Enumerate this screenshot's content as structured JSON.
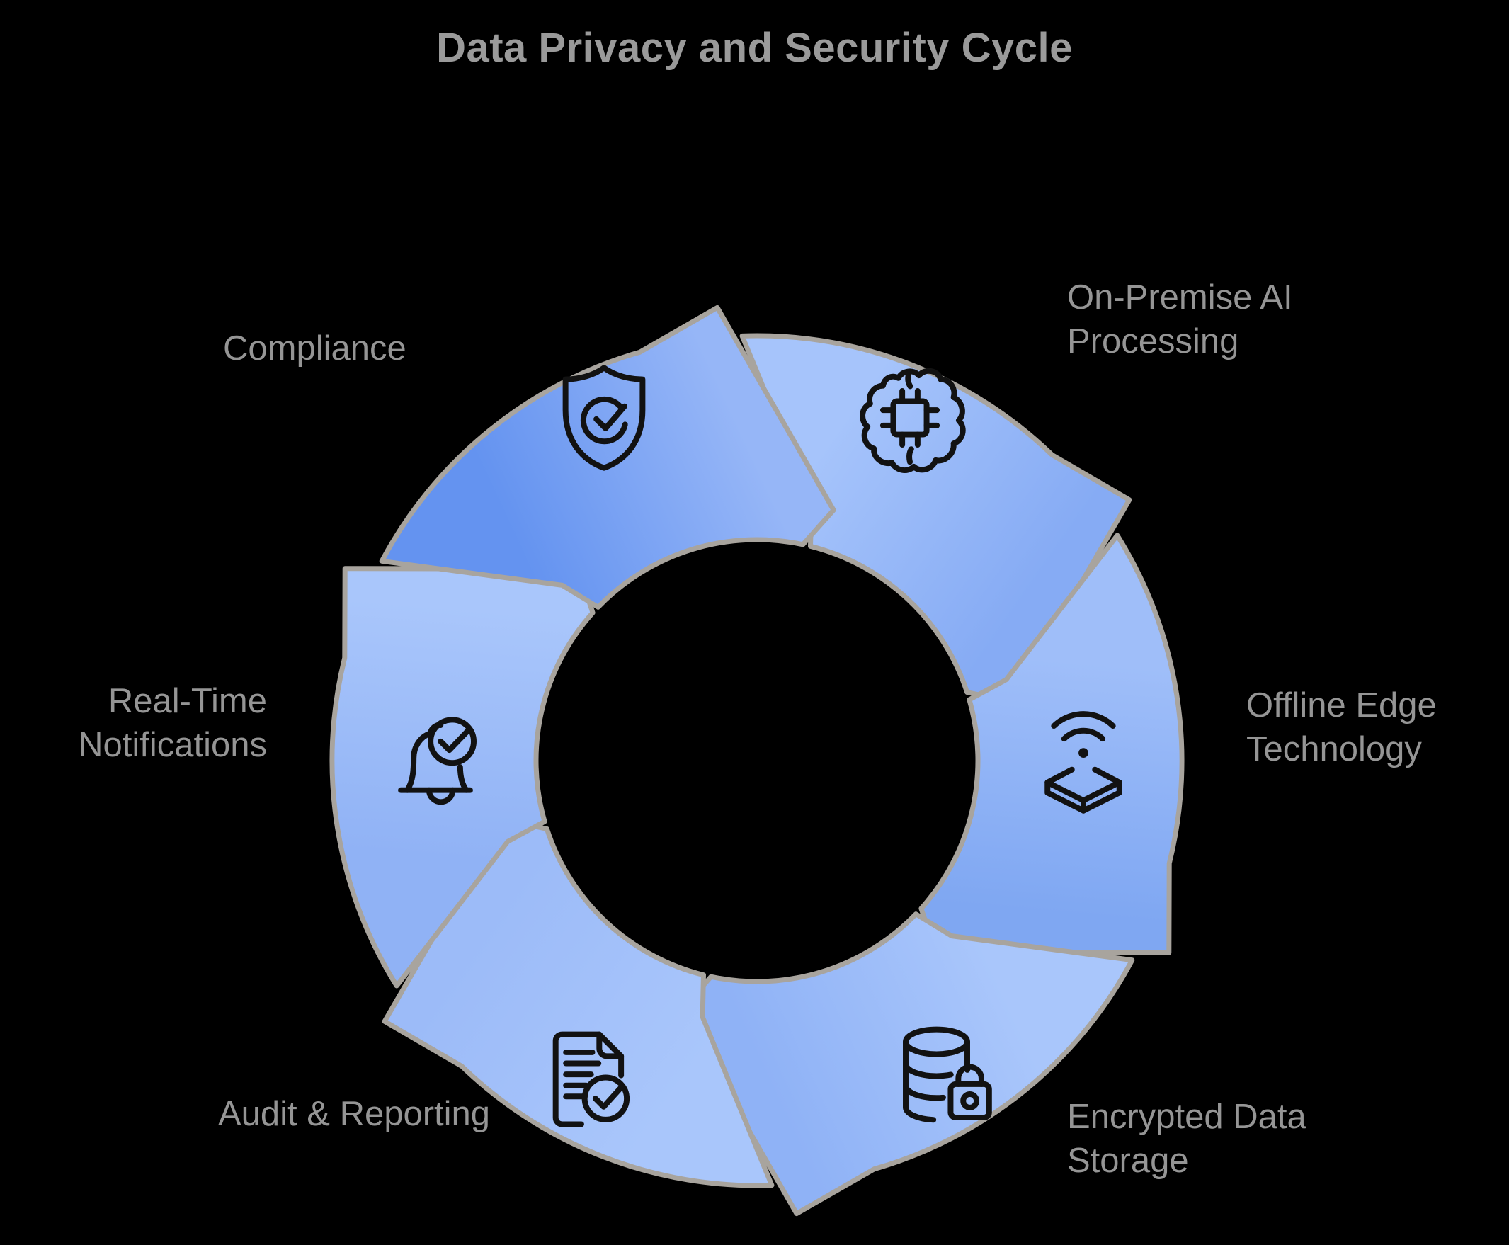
{
  "title": "Data Privacy and Security Cycle",
  "colors": {
    "background": "#000000",
    "title_text": "#9A9A9A",
    "label_text": "#959595",
    "arrow_stroke": "#A8A49E",
    "icon_stroke": "#121212",
    "arrow_blue_light": "#A9C6FB",
    "arrow_blue_dark": "#6493F0"
  },
  "cycle": {
    "direction": "clockwise",
    "steps": [
      {
        "id": "compliance",
        "label": "Compliance",
        "icon": "shield-check-icon",
        "gradient": [
          "#6493F0",
          "#96B6F7"
        ]
      },
      {
        "id": "on_premise",
        "label": "On-Premise AI Processing",
        "icon": "brain-chip-icon",
        "gradient": [
          "#A6C4FB",
          "#86ABF4"
        ]
      },
      {
        "id": "offline",
        "label": "Offline Edge Technology",
        "icon": "edge-device-wifi-icon",
        "gradient": [
          "#9FBEF9",
          "#7FA7F2"
        ]
      },
      {
        "id": "encrypted",
        "label": "Encrypted Data Storage",
        "icon": "database-lock-icon",
        "gradient": [
          "#A9C6FB",
          "#8FB2F6"
        ]
      },
      {
        "id": "audit",
        "label": "Audit & Reporting",
        "icon": "document-check-icon",
        "gradient": [
          "#A9C6FB",
          "#9CBBF8"
        ]
      },
      {
        "id": "real_time",
        "label": "Real-Time Notifications",
        "icon": "bell-check-icon",
        "gradient": [
          "#90B2F5",
          "#A9C6FB"
        ]
      }
    ]
  }
}
